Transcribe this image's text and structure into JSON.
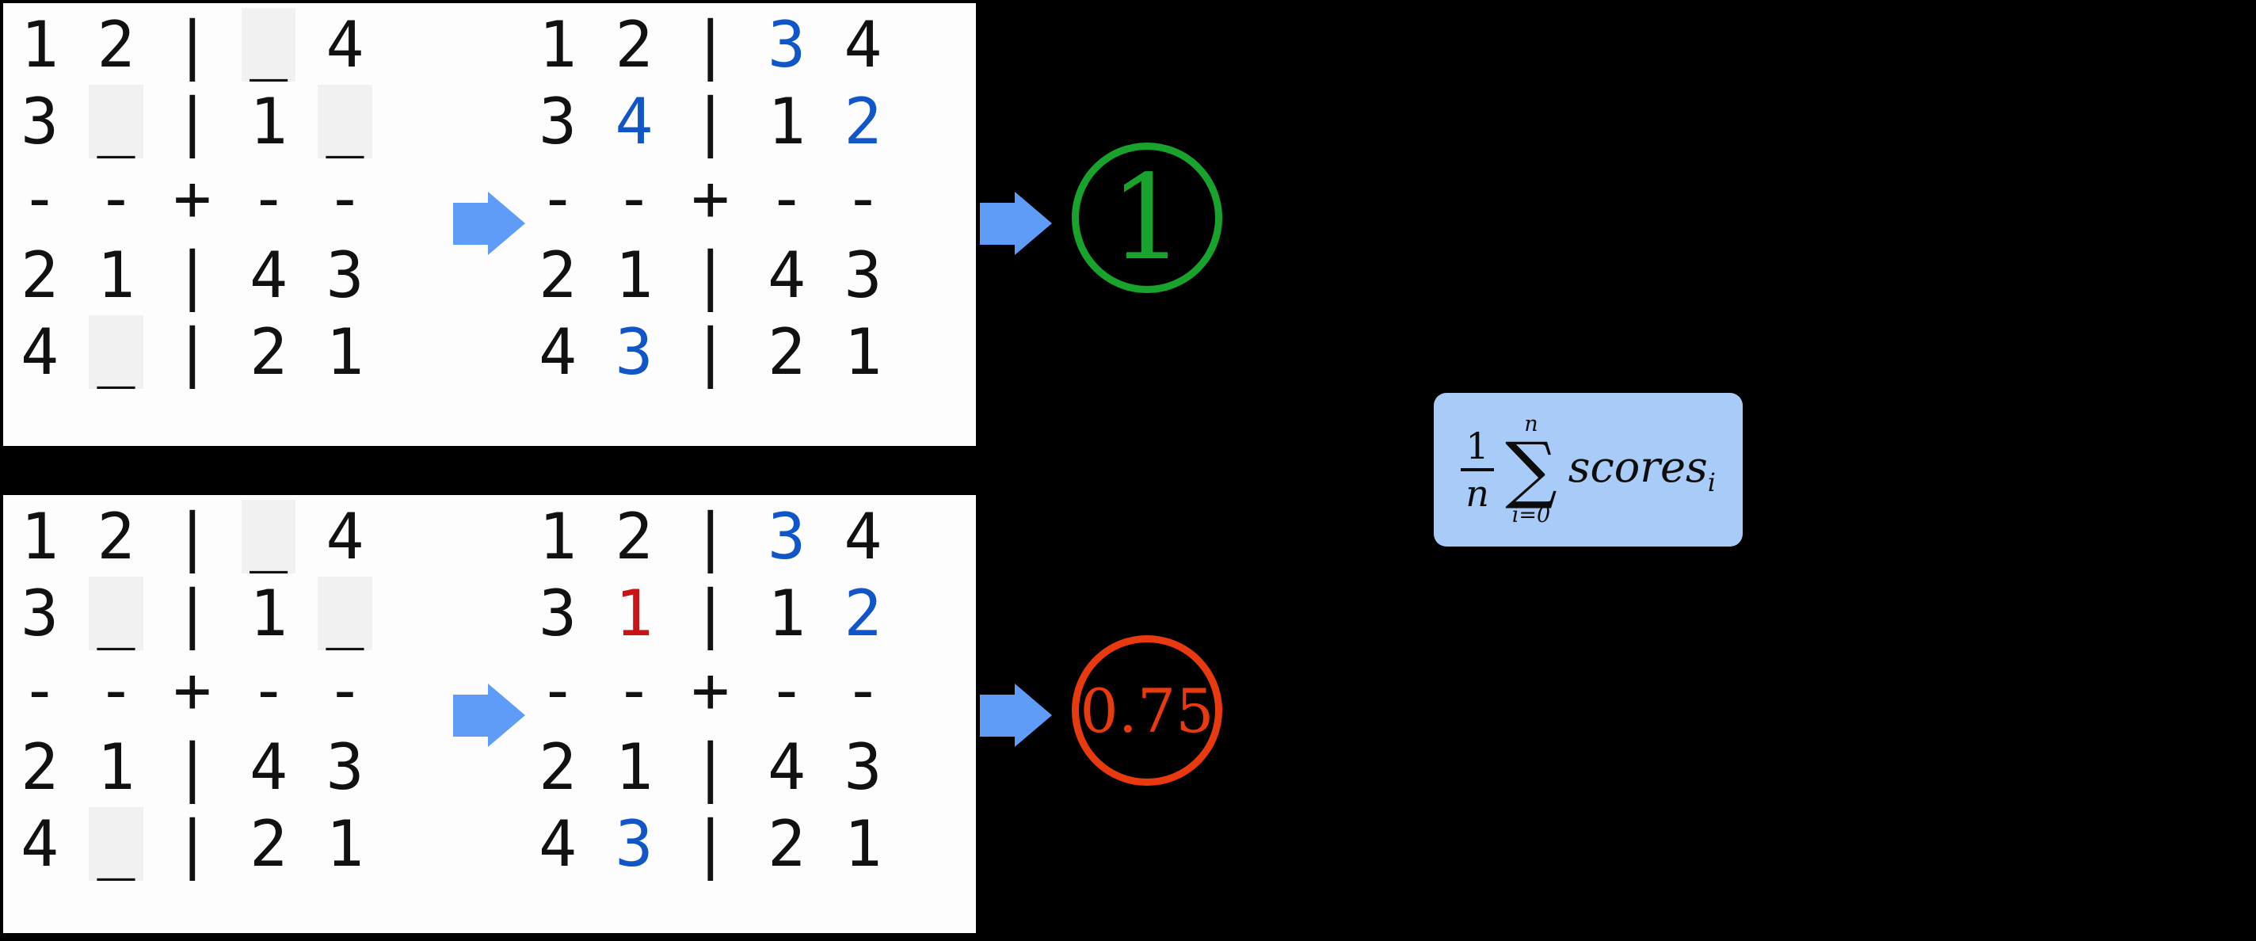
{
  "colors": {
    "background": "#000000",
    "panel_bg": "#fdfdfd",
    "blank_cell_bg": "#f1f1f1",
    "digit_black": "#111111",
    "digit_blue_correct": "#1156c9",
    "digit_red_incorrect": "#c81414",
    "arrow_blue": "#5f9cf8",
    "score_green": "#18a42c",
    "score_red": "#e83a0e",
    "formula_box_bg": "#a9cbf7"
  },
  "panels": [
    {
      "id": "example-full-credit",
      "input_grid": {
        "rows": [
          [
            {
              "t": "1"
            },
            {
              "t": "2"
            },
            {
              "t": "|"
            },
            {
              "t": "_",
              "bg": 1
            },
            {
              "t": "4"
            }
          ],
          [
            {
              "t": "3"
            },
            {
              "t": "_",
              "bg": 1
            },
            {
              "t": "|"
            },
            {
              "t": "1"
            },
            {
              "t": "_",
              "bg": 1
            }
          ],
          [
            {
              "t": "-"
            },
            {
              "t": "-"
            },
            {
              "t": "+"
            },
            {
              "t": "-"
            },
            {
              "t": "-"
            }
          ],
          [
            {
              "t": "2"
            },
            {
              "t": "1"
            },
            {
              "t": "|"
            },
            {
              "t": "4"
            },
            {
              "t": "3"
            }
          ],
          [
            {
              "t": "4"
            },
            {
              "t": "_",
              "bg": 1
            },
            {
              "t": "|"
            },
            {
              "t": "2"
            },
            {
              "t": "1"
            }
          ]
        ]
      },
      "output_grid": {
        "rows": [
          [
            {
              "t": "1"
            },
            {
              "t": "2"
            },
            {
              "t": "|"
            },
            {
              "t": "3",
              "c": "b"
            },
            {
              "t": "4"
            }
          ],
          [
            {
              "t": "3"
            },
            {
              "t": "4",
              "c": "b"
            },
            {
              "t": "|"
            },
            {
              "t": "1"
            },
            {
              "t": "2",
              "c": "b"
            }
          ],
          [
            {
              "t": "-"
            },
            {
              "t": "-"
            },
            {
              "t": "+"
            },
            {
              "t": "-"
            },
            {
              "t": "-"
            }
          ],
          [
            {
              "t": "2"
            },
            {
              "t": "1"
            },
            {
              "t": "|"
            },
            {
              "t": "4"
            },
            {
              "t": "3"
            }
          ],
          [
            {
              "t": "4"
            },
            {
              "t": "3",
              "c": "b"
            },
            {
              "t": "|"
            },
            {
              "t": "2"
            },
            {
              "t": "1"
            }
          ]
        ]
      },
      "score": {
        "value": "1",
        "color": "#18a42c"
      }
    },
    {
      "id": "example-partial-credit",
      "input_grid": {
        "rows": [
          [
            {
              "t": "1"
            },
            {
              "t": "2"
            },
            {
              "t": "|"
            },
            {
              "t": "_",
              "bg": 1
            },
            {
              "t": "4"
            }
          ],
          [
            {
              "t": "3"
            },
            {
              "t": "_",
              "bg": 1
            },
            {
              "t": "|"
            },
            {
              "t": "1"
            },
            {
              "t": "_",
              "bg": 1
            }
          ],
          [
            {
              "t": "-"
            },
            {
              "t": "-"
            },
            {
              "t": "+"
            },
            {
              "t": "-"
            },
            {
              "t": "-"
            }
          ],
          [
            {
              "t": "2"
            },
            {
              "t": "1"
            },
            {
              "t": "|"
            },
            {
              "t": "4"
            },
            {
              "t": "3"
            }
          ],
          [
            {
              "t": "4"
            },
            {
              "t": "_",
              "bg": 1
            },
            {
              "t": "|"
            },
            {
              "t": "2"
            },
            {
              "t": "1"
            }
          ]
        ]
      },
      "output_grid": {
        "rows": [
          [
            {
              "t": "1"
            },
            {
              "t": "2"
            },
            {
              "t": "|"
            },
            {
              "t": "3",
              "c": "b"
            },
            {
              "t": "4"
            }
          ],
          [
            {
              "t": "3"
            },
            {
              "t": "1",
              "c": "r"
            },
            {
              "t": "|"
            },
            {
              "t": "1"
            },
            {
              "t": "2",
              "c": "b"
            }
          ],
          [
            {
              "t": "-"
            },
            {
              "t": "-"
            },
            {
              "t": "+"
            },
            {
              "t": "-"
            },
            {
              "t": "-"
            }
          ],
          [
            {
              "t": "2"
            },
            {
              "t": "1"
            },
            {
              "t": "|"
            },
            {
              "t": "4"
            },
            {
              "t": "3"
            }
          ],
          [
            {
              "t": "4"
            },
            {
              "t": "3",
              "c": "b"
            },
            {
              "t": "|"
            },
            {
              "t": "2"
            },
            {
              "t": "1"
            }
          ]
        ]
      },
      "score": {
        "value": "0.75",
        "color": "#e83a0e"
      }
    }
  ],
  "formula": {
    "frac_numerator": "1",
    "frac_denominator": "n",
    "sum_symbol": "∑",
    "sum_upper_limit": "n",
    "sum_lower_limit": "i=0",
    "body": "scores",
    "body_subscript": "i"
  }
}
